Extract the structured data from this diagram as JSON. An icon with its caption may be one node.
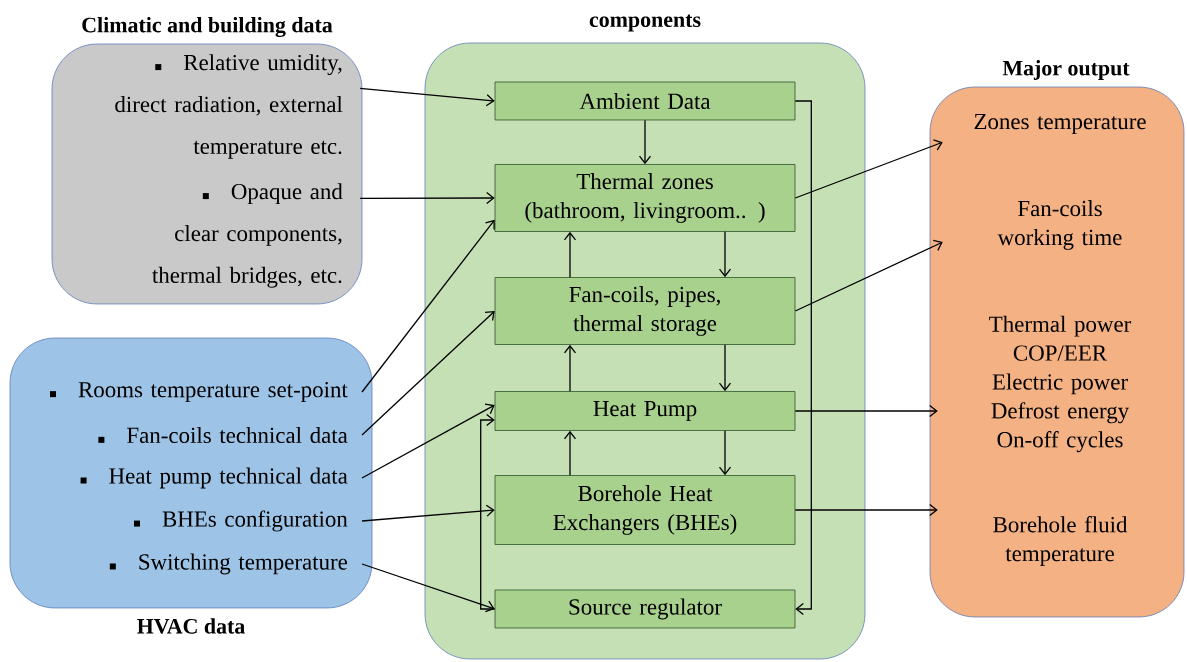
{
  "diagram": {
    "nodes": [
      {
        "text": [
          "Climatic and building data"
        ]
      },
      {
        "text": [
          "Relative umidity, direct radiation, external temperature etc."
        ],
        "in": 0
      },
      {
        "text": [
          "Opaque and clear components, thermal bridges, etc."
        ],
        "in": 0
      },
      {
        "text": [
          "HVAC data"
        ]
      },
      {
        "text": [
          "Rooms temperature set-point"
        ],
        "in": 3
      },
      {
        "text": [
          "Fan-coils technical data"
        ],
        "in": 3
      },
      {
        "text": [
          "Heat pump technical data"
        ],
        "in": 3
      },
      {
        "text": [
          "BHEs configuration"
        ],
        "in": 3
      },
      {
        "text": [
          "Switching temperature"
        ],
        "in": 3
      },
      {
        "text": [
          "components"
        ]
      },
      {
        "text": [
          "Ambient Data"
        ],
        "in": 9
      },
      {
        "text": [
          "Thermal zones (bathroom, livingroom.. )"
        ],
        "in": 9
      },
      {
        "text": [
          "Fan-coils, pipes, thermal storage"
        ],
        "in": 9
      },
      {
        "text": [
          "Heat Pump"
        ],
        "in": 9
      },
      {
        "text": [
          "Borehole Heat Exchangers (BHEs)"
        ],
        "in": 9
      },
      {
        "text": [
          "Source regulator"
        ],
        "in": 9
      },
      {
        "text": [
          "Major output"
        ]
      },
      {
        "text": [
          "Zones temperature"
        ],
        "in": 16
      },
      {
        "text": [
          "Fan-coils working time"
        ],
        "in": 16
      },
      {
        "text": [
          "Thermal power",
          "COP/EER",
          "Electric power",
          "Defrost energy",
          "On-off cycles"
        ],
        "in": 16
      },
      {
        "text": [
          "Borehole fluid temperature"
        ],
        "in": 16
      }
    ],
    "edges": [
      {
        "from": 1,
        "to": 10,
        "arrow": "to"
      },
      {
        "from": 2,
        "to": 11,
        "arrow": "to"
      },
      {
        "from": 4,
        "to": 11,
        "arrow": "to"
      },
      {
        "from": 5,
        "to": 12,
        "arrow": "to"
      },
      {
        "from": 6,
        "to": 13,
        "arrow": "to"
      },
      {
        "from": 7,
        "to": 14,
        "arrow": "to"
      },
      {
        "from": 8,
        "to": 15,
        "arrow": "to"
      },
      {
        "from": 10,
        "to": 11,
        "arrow": "to"
      },
      {
        "from": 11,
        "to": 12,
        "arrow": "to"
      },
      {
        "from": 12,
        "to": 11,
        "arrow": "to"
      },
      {
        "from": 12,
        "to": 13,
        "arrow": "to"
      },
      {
        "from": 13,
        "to": 12,
        "arrow": "to"
      },
      {
        "from": 13,
        "to": 14,
        "arrow": "to"
      },
      {
        "from": 14,
        "to": 13,
        "arrow": "to"
      },
      {
        "from": 15,
        "to": 13,
        "arrow": "to"
      },
      {
        "from": 10,
        "to": 15,
        "arrow": "to"
      },
      {
        "from": 11,
        "to": 17,
        "arrow": "to"
      },
      {
        "from": 12,
        "to": 18,
        "arrow": "to"
      },
      {
        "from": 13,
        "to": 19,
        "arrow": "to"
      },
      {
        "from": 14,
        "to": 20,
        "arrow": "to"
      }
    ]
  }
}
